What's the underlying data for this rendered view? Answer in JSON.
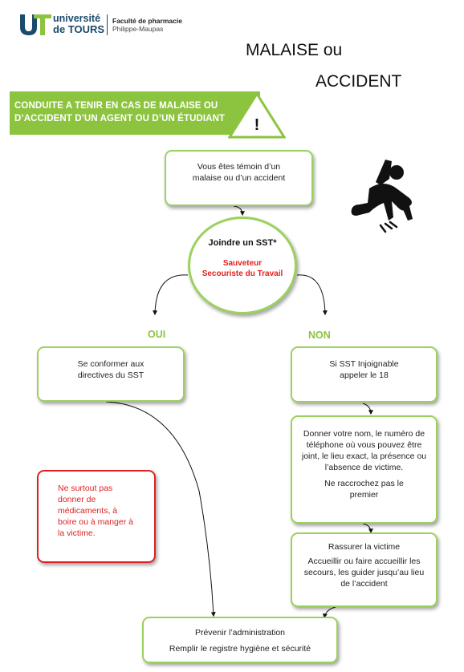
{
  "logo": {
    "universite": "université",
    "tours": "de TOURS",
    "faculte": "Faculté de pharmacie",
    "lieu": "Philippe-Maupas"
  },
  "title": {
    "line1": "MALAISE ou",
    "line2": "ACCIDENT"
  },
  "banner": {
    "line1": "CONDUITE A TENIR EN CAS DE MALAISE OU",
    "line2": "D’ACCIDENT D’UN AGENT OU D’UN ÉTUDIANT",
    "warning_symbol": "!"
  },
  "colors": {
    "green": "#9bd15c",
    "banner_green": "#8cc43f",
    "red": "#e02020",
    "logo_blue": "#1b4a6b"
  },
  "flow": {
    "temoin": {
      "line1": "Vous êtes témoin d’un",
      "line2": "malaise ou d’un accident"
    },
    "sst": {
      "title": "Joindre un SST*",
      "sub": "Sauveteur Secouriste du Travail"
    },
    "label_oui": "OUI",
    "label_non": "NON",
    "conformer": {
      "line1": "Se conformer aux",
      "line2": "directives du SST"
    },
    "injoignable": {
      "line1": "Si SST Injoignable",
      "line2": "appeler le 18"
    },
    "warning": "Ne surtout pas donner de médicaments, à boire ou à manger à la victime.",
    "donner": {
      "para1": "Donner votre nom, le numéro de téléphone où vous pouvez être joint, le lieu exact, la présence ou l’absence de victime.",
      "para2": "Ne raccrochez pas le premier"
    },
    "rassurer": {
      "para1": "Rassurer la victime",
      "para2": "Accueillir ou faire accueillir les secours, les guider jusqu’au lieu de l’accident"
    },
    "prevenir": {
      "line1": "Prévenir l’administration",
      "line2": "Remplir le registre hygiène et sécurité"
    }
  },
  "icons": {
    "logo": "ut-logo-icon",
    "warning": "warning-triangle-icon",
    "fall": "falling-person-icon"
  }
}
